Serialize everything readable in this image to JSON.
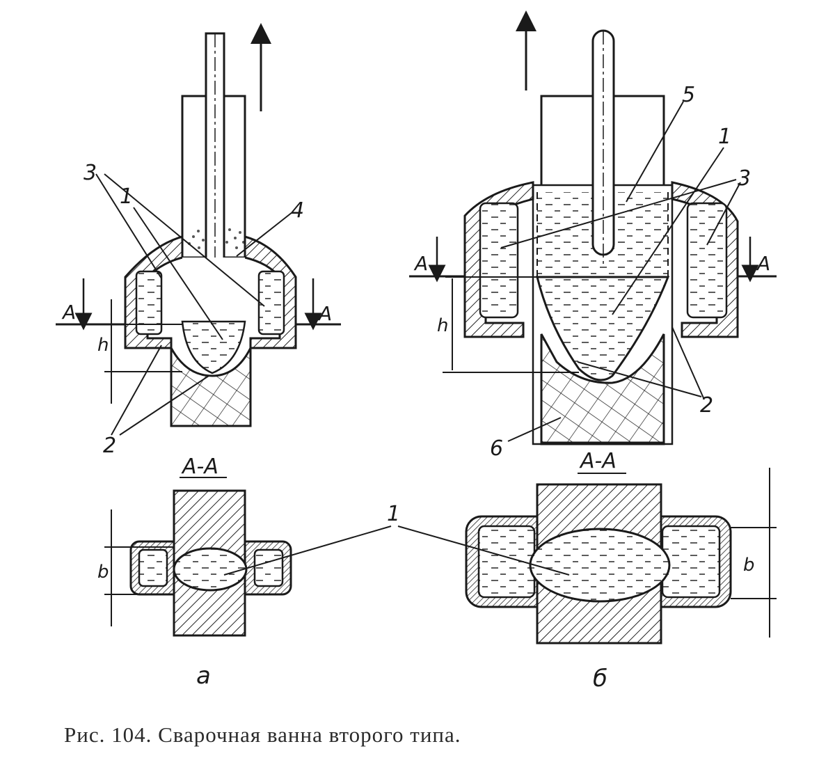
{
  "labels": {
    "a_label_1": "1",
    "a_label_3": "3",
    "a_label_4": "4",
    "a_label_2": "2",
    "a_label_h": "h",
    "a_section_A_left": "A",
    "a_section_A_right": "A",
    "a_section_title": "A-A",
    "a_label_b": "b",
    "b_label_5": "5",
    "b_label_1": "1",
    "b_label_3": "3",
    "b_label_2": "2",
    "b_label_6": "6",
    "b_label_h": "h",
    "b_section_A_left": "A",
    "b_section_A_right": "A",
    "b_section_title": "A-A",
    "b_label_b": "b",
    "shared_label_1": "1",
    "subfig_a": "a",
    "subfig_b": "б"
  },
  "caption": "Рис. 104. Сварочная ванна второго типа."
}
